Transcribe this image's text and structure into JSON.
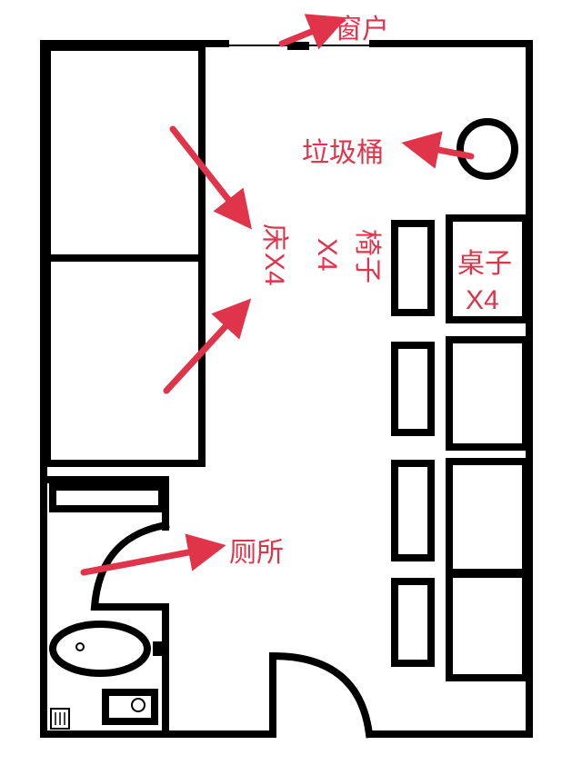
{
  "colors": {
    "wall": "#000000",
    "label": "#e0344b",
    "background": "#ffffff"
  },
  "labels": {
    "window": "窗户",
    "trash_can": "垃圾桶",
    "bed_name": "床",
    "bed_count": "X4",
    "chair_name": "椅子",
    "chair_count": "X4",
    "desk_name": "桌子",
    "desk_count": "X4",
    "toilet": "厕所"
  },
  "icons": [
    "window-icon",
    "trash-can-icon",
    "bed-icon",
    "chair-icon",
    "desk-icon",
    "toilet-icon",
    "sink-icon",
    "floor-drain-icon",
    "door-icon"
  ]
}
